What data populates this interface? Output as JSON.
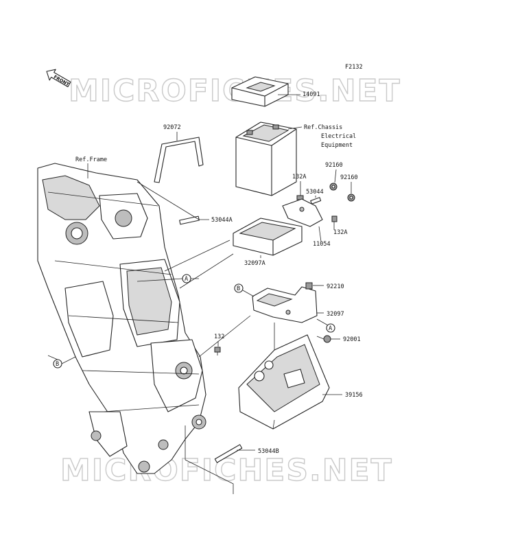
{
  "figure_code": "F2132",
  "front_label": "FRONT",
  "watermark": "MICROFICHES.NET",
  "refs": {
    "frame": "Ref.Frame",
    "chassis_line1": "Ref.Chassis",
    "chassis_line2": "Electrical",
    "chassis_line3": "Equipment"
  },
  "parts": [
    {
      "id": "p14091",
      "number": "14091"
    },
    {
      "id": "p92072",
      "number": "92072"
    },
    {
      "id": "p92160a",
      "number": "92160"
    },
    {
      "id": "p92160b",
      "number": "92160"
    },
    {
      "id": "p132a1",
      "number": "132A"
    },
    {
      "id": "p53044",
      "number": "53044"
    },
    {
      "id": "p53044a",
      "number": "53044A"
    },
    {
      "id": "p132a2",
      "number": "132A"
    },
    {
      "id": "p11054",
      "number": "11054"
    },
    {
      "id": "p32097a",
      "number": "32097A"
    },
    {
      "id": "p92210",
      "number": "92210"
    },
    {
      "id": "p32097",
      "number": "32097"
    },
    {
      "id": "p132",
      "number": "132"
    },
    {
      "id": "p92001",
      "number": "92001"
    },
    {
      "id": "p39156",
      "number": "39156"
    },
    {
      "id": "p53044b",
      "number": "53044B"
    }
  ],
  "callouts": {
    "a": "A",
    "b": "B"
  }
}
